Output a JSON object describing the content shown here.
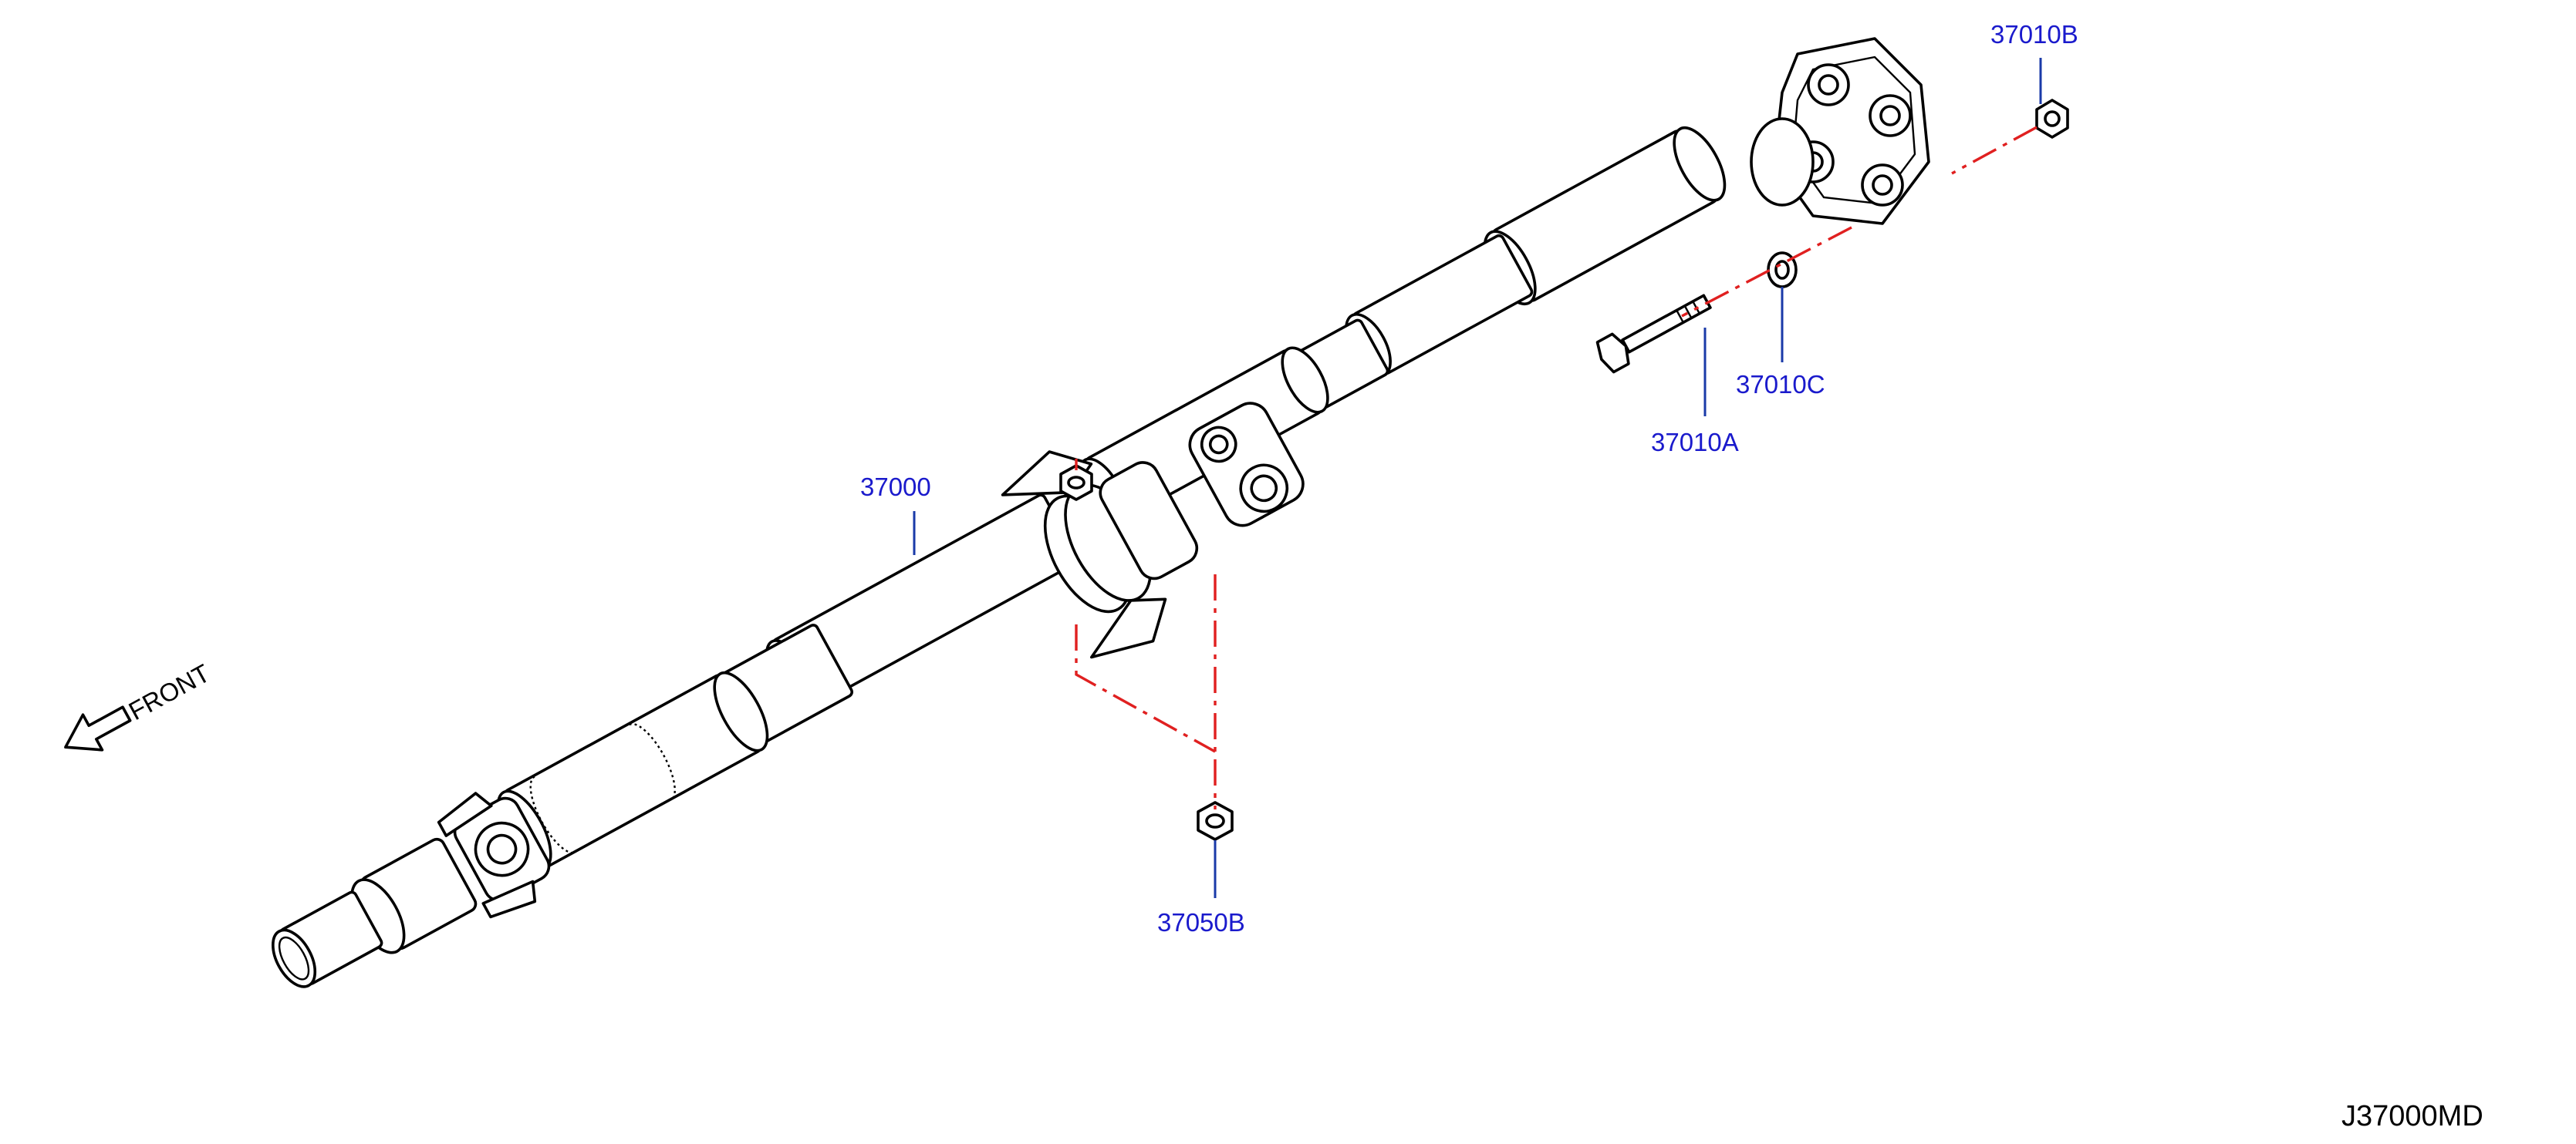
{
  "labels": {
    "shaft": "37000",
    "bolt": "37010A",
    "nut": "37010B",
    "washer": "37010C",
    "mount_nut": "37050B"
  },
  "front_marker": "FRONT",
  "diagram_code": "J37000MD",
  "colors": {
    "label": "#1a1acc",
    "leader": "#1a3aa8",
    "dashed_line": "#e02020",
    "outline": "#000000"
  }
}
